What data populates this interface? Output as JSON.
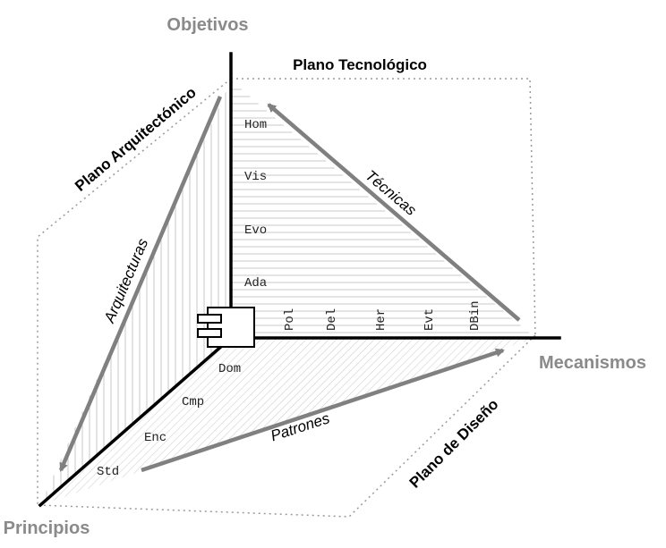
{
  "axes": {
    "objetivos": "Objetivos",
    "mecanismos": "Mecanismos",
    "principios": "Principios"
  },
  "planes": {
    "tecnologico": "Plano Tecnológico",
    "arquitectonico": "Plano Arquitectónico",
    "diseno": "Plano  de Diseño"
  },
  "edges": {
    "tecnicas": "Técnicas",
    "arquitecturas": "Arquitecturas",
    "patrones": "Patrones"
  },
  "objetivos_items": [
    "Hom",
    "Vis",
    "Evo",
    "Ada"
  ],
  "mecanismos_items": [
    "Pol",
    "Del",
    "Her",
    "Evt",
    "DBin"
  ],
  "principios_items": [
    "Dom",
    "Cmp",
    "Enc",
    "Std"
  ],
  "colors": {
    "axis": "#000000",
    "arrow": "#808080",
    "hatch": "#c8c8c8",
    "dotted": "#9a9a9a"
  },
  "icon": "component-icon"
}
